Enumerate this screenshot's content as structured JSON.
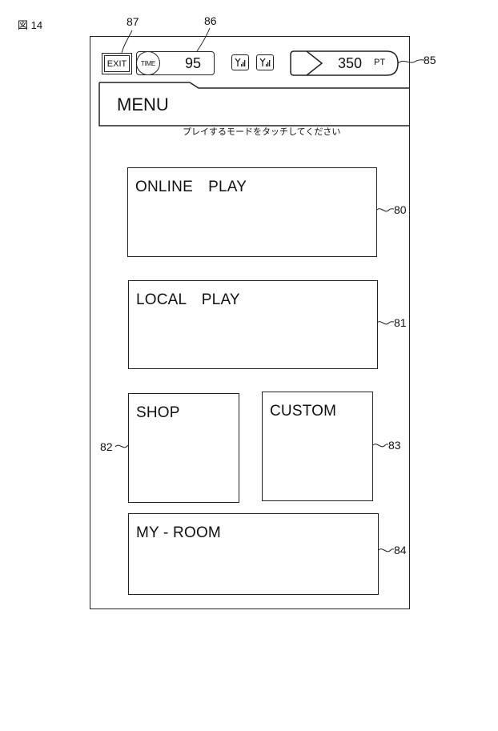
{
  "figure_label": "図 14",
  "reference_numerals": {
    "exit": "87",
    "timer": "86",
    "points": "85",
    "online_play": "80",
    "local_play": "81",
    "shop": "82",
    "custom": "83",
    "my_room": "84"
  },
  "header": {
    "exit_label": "EXIT",
    "time_label": "TIME",
    "time_value": "95",
    "signal_icons": [
      "antenna-signal-icon",
      "antenna-signal-icon"
    ],
    "points_value": "350",
    "points_unit": "PT"
  },
  "menu": {
    "title": "MENU",
    "instruction": "プレイするモードをタッチしてください"
  },
  "buttons": {
    "online_play": "ONLINE　PLAY",
    "local_play": "LOCAL　PLAY",
    "shop": "SHOP",
    "custom": "CUSTOM",
    "my_room": "MY - ROOM"
  }
}
